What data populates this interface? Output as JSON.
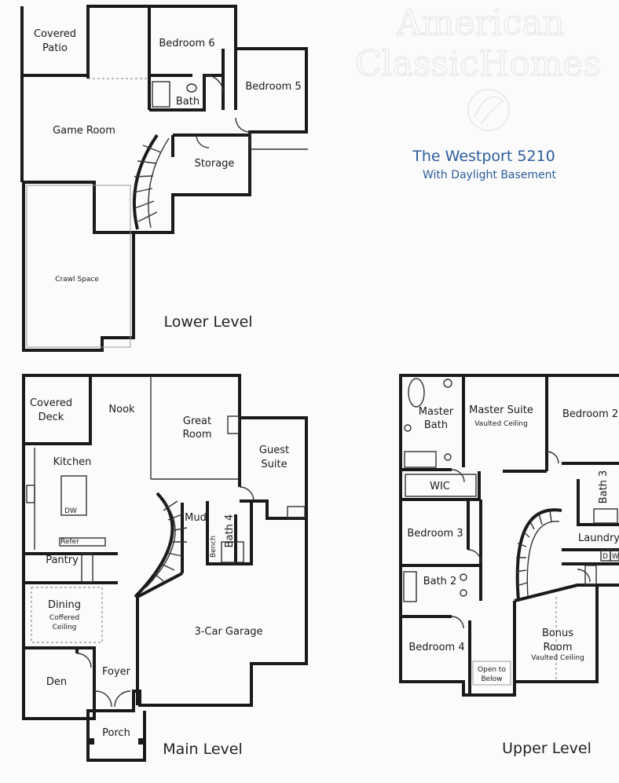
{
  "brand": {
    "line1": "American",
    "line2": "ClassicHomes"
  },
  "plan_title": "The Westport 5210",
  "plan_subtitle": "With Daylight Basement",
  "levels": {
    "lower": "Lower Level",
    "main": "Main Level",
    "upper": "Upper Level"
  },
  "lower_rooms": {
    "covered_patio_1": "Covered",
    "covered_patio_2": "Patio",
    "bedroom_6": "Bedroom 6",
    "bedroom_5": "Bedroom 5",
    "bath": "Bath",
    "game_room": "Game Room",
    "storage": "Storage",
    "crawl_space": "Crawl Space"
  },
  "main_rooms": {
    "covered_deck_1": "Covered",
    "covered_deck_2": "Deck",
    "nook": "Nook",
    "great_room_1": "Great",
    "great_room_2": "Room",
    "guest_suite_1": "Guest",
    "guest_suite_2": "Suite",
    "kitchen": "Kitchen",
    "dw": "DW",
    "mud": "Mud",
    "bath_4": "Bath 4",
    "bench": "Bench",
    "refer": "Refer",
    "pantry": "Pantry",
    "dining": "Dining",
    "coffered_1": "Coffered",
    "coffered_2": "Ceiling",
    "garage": "3-Car Garage",
    "den": "Den",
    "foyer": "Foyer",
    "porch": "Porch"
  },
  "upper_rooms": {
    "master_bath_1": "Master",
    "master_bath_2": "Bath",
    "master_suite": "Master Suite",
    "vaulted_1": "Vaulted Ceiling",
    "bedroom_2": "Bedroom 2",
    "wic": "WIC",
    "bath_3": "Bath 3",
    "bedroom_3": "Bedroom 3",
    "laundry": "Laundry",
    "dw_label": "D",
    "w_label": "W",
    "bath_2": "Bath 2",
    "bedroom_4": "Bedroom 4",
    "bonus_1": "Bonus",
    "bonus_2": "Room",
    "vaulted_2": "Vaulted Ceiling",
    "open_1": "Open to",
    "open_2": "Below"
  }
}
